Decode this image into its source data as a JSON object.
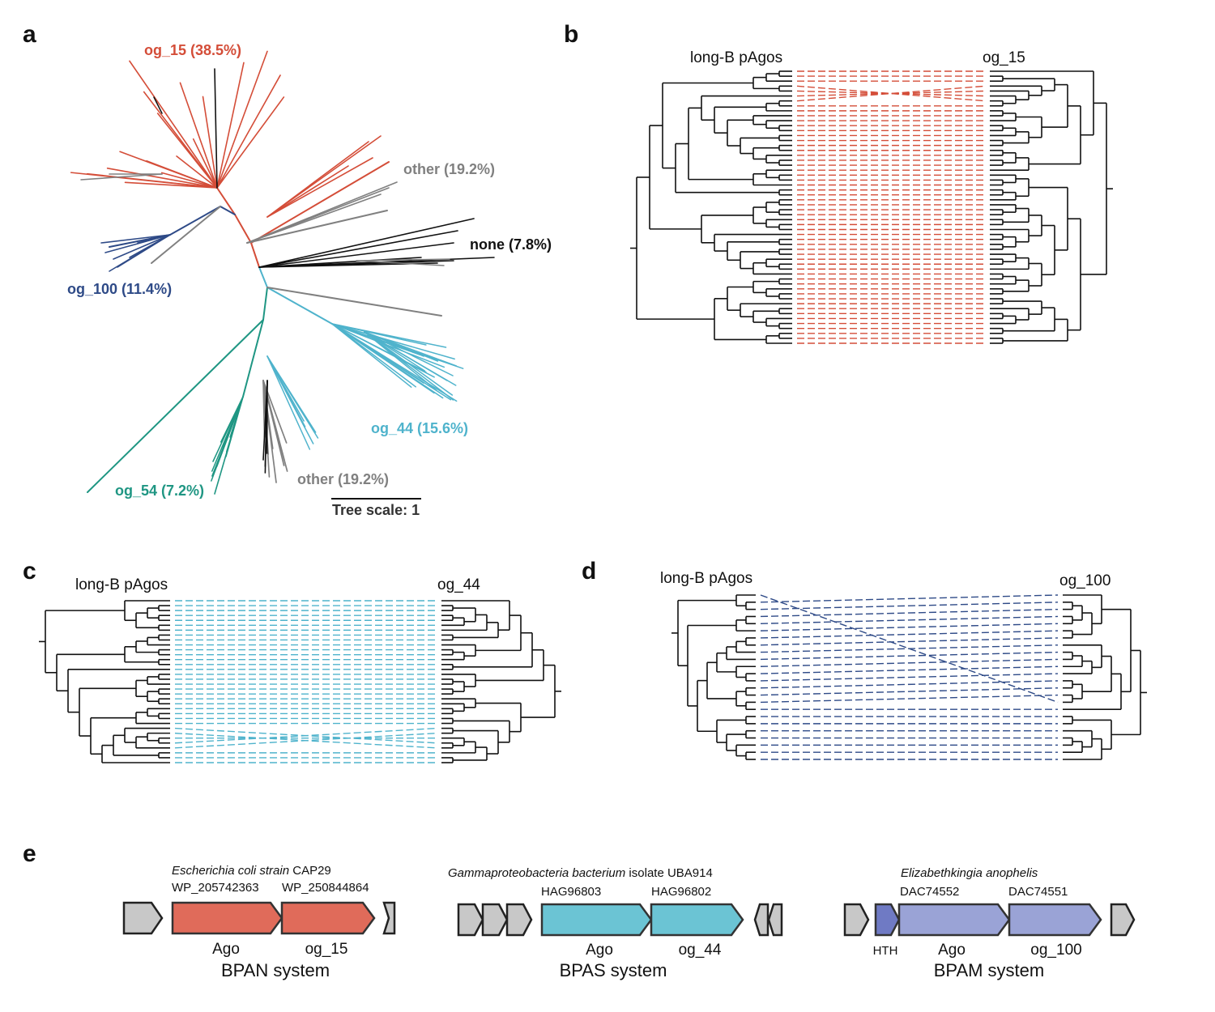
{
  "colors": {
    "og15": "#d44d38",
    "og100": "#2e4a87",
    "og44": "#4fb3cc",
    "og54": "#1f9683",
    "other": "#808080",
    "none": "#111111",
    "gene_ago_red": "#e06b5a",
    "gene_cyan": "#6bc4d4",
    "gene_lav": "#9aa3d6",
    "gene_hth": "#6f7ac4",
    "gene_grey": "#c8c8c8"
  },
  "panels": {
    "a": "a",
    "b": "b",
    "c": "c",
    "d": "d",
    "e": "e"
  },
  "panel_a": {
    "og15": "og_15 (38.5%)",
    "other_top": "other (19.2%)",
    "none": "none (7.8%)",
    "og100": "og_100 (11.4%)",
    "og44": "og_44 (15.6%)",
    "og54": "og_54 (7.2%)",
    "other_bottom": "other (19.2%)",
    "scale": "Tree scale: 1"
  },
  "panel_b": {
    "left": "long-B pAgos",
    "right": "og_15"
  },
  "panel_c": {
    "left": "long-B pAgos",
    "right": "og_44"
  },
  "panel_d": {
    "left": "long-B pAgos",
    "right": "og_100"
  },
  "panel_e": {
    "systems": [
      {
        "organism": "Escherichia coli strain",
        "organism_suffix": " CAP29",
        "gene1_id": "WP_205742363",
        "gene2_id": "WP_250844864",
        "gene1": "Ago",
        "gene2": "og_15",
        "system": "BPAN system"
      },
      {
        "organism": "Gammaproteobacteria bacterium",
        "organism_suffix": " isolate UBA914",
        "gene1_id": "HAG96803",
        "gene2_id": "HAG96802",
        "gene1": "Ago",
        "gene2": "og_44",
        "system": "BPAS system"
      },
      {
        "organism": "Elizabethkingia anophelis",
        "organism_suffix": "",
        "gene1_id": "DAC74552",
        "gene2_id": "DAC74551",
        "gene0": "HTH",
        "gene1": "Ago",
        "gene2": "og_100",
        "system": "BPAM system"
      }
    ]
  }
}
